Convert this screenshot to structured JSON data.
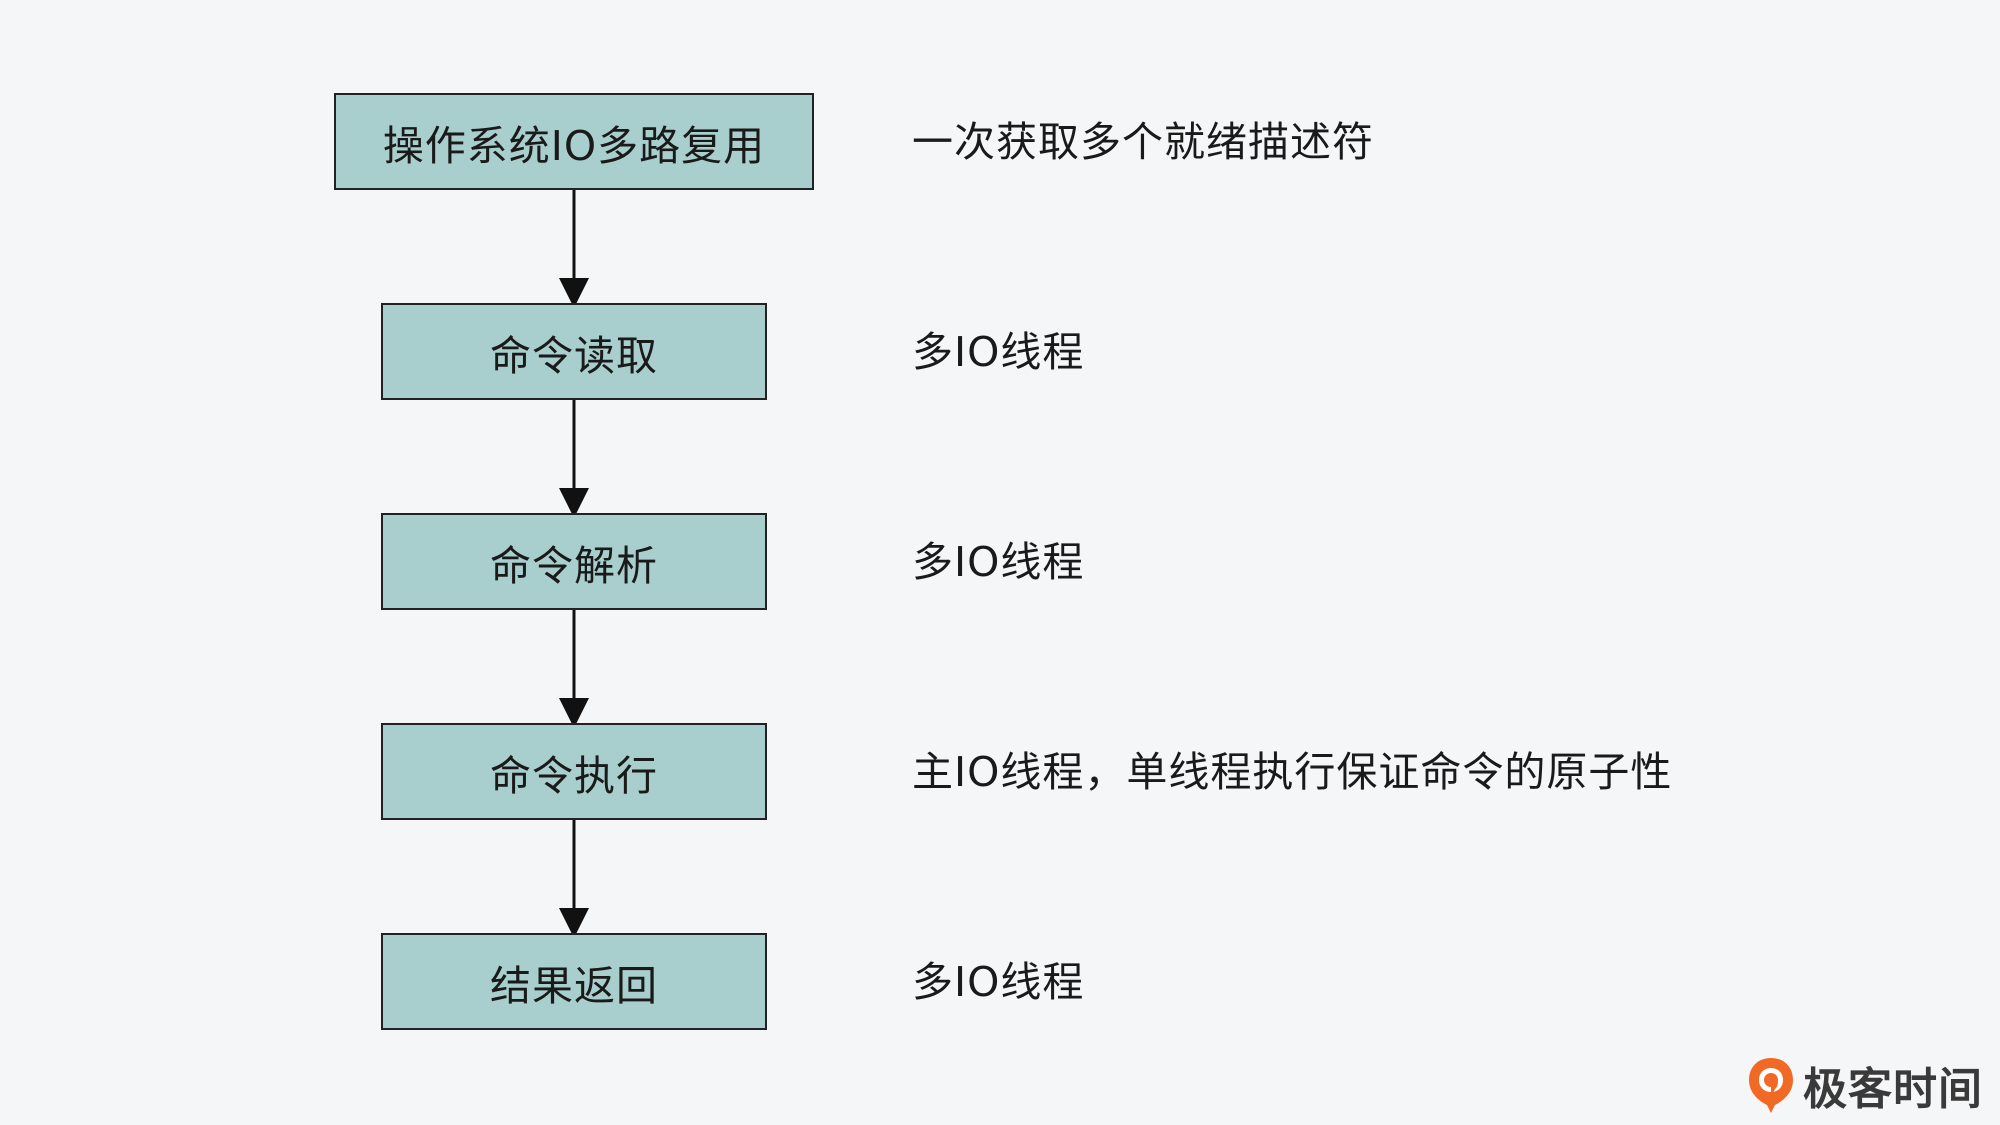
{
  "steps": [
    {
      "label": "操作系统IO多路复用",
      "note": "一次获取多个就绪描述符"
    },
    {
      "label": "命令读取",
      "note": "多IO线程"
    },
    {
      "label": "命令解析",
      "note": "多IO线程"
    },
    {
      "label": "命令执行",
      "note": "主IO线程，单线程执行保证命令的原子性"
    },
    {
      "label": "结果返回",
      "note": "多IO线程"
    }
  ],
  "brand": {
    "name": "极客时间",
    "icon": "geektime-logo-icon",
    "color": "#f06a26"
  },
  "colors": {
    "box_fill": "#a8cfce",
    "background": "#f5f6f8"
  }
}
